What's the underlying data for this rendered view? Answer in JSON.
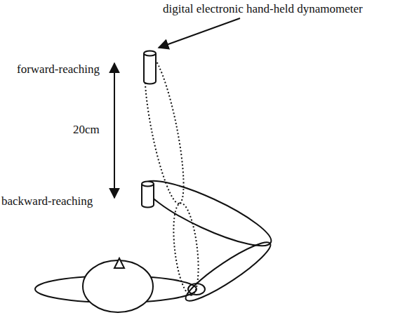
{
  "diagram": {
    "labels": [
      "digital electronic hand-held dynamometer",
      "forward-reaching",
      "20cm",
      "backward-reaching"
    ]
  }
}
